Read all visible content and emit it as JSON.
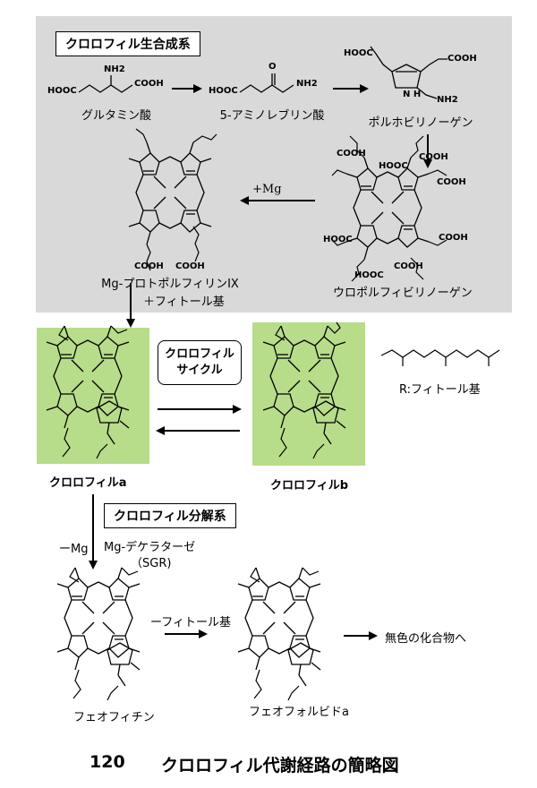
{
  "synthesis": {
    "title": "クロロフィル生合成系",
    "glutamate": {
      "name": "グルタミン酸",
      "nh2": "NH2",
      "hooc": "HOOC",
      "cooh": "COOH"
    },
    "ala": {
      "name": "5-アミノレブリン酸",
      "o": "O",
      "hooc": "HOOC",
      "nh2": "NH2"
    },
    "pbg": {
      "name": "ポルホビリノーゲン",
      "hooc": "HOOC",
      "cooh": "COOH",
      "nh": "N\nH",
      "nh2": "NH2"
    },
    "uro": {
      "name": "ウロポルフィビリノーゲン",
      "groups": [
        "COOH",
        "HOOC",
        "COOH",
        "COOH",
        "HOOC",
        "COOH",
        "HOOC",
        "COOH"
      ]
    },
    "mg_step": "+Mg",
    "mgproto": {
      "name": "Mg-プロトポルフィリンIX",
      "groups": [
        "COOH",
        "COOH"
      ]
    },
    "phytol_step": "＋フィトール基"
  },
  "cycle": {
    "label_line1": "クロロフィル",
    "label_line2": "サイクル",
    "chl_a": "クロロフィルa",
    "chl_b": "クロロフィルb",
    "phytyl_label": "R:フィトール基"
  },
  "degradation": {
    "title": "クロロフィル分解系",
    "minus_mg": "ーMg",
    "enzyme": "Mg-デケラターゼ",
    "enzyme_abbr": "（SGR)",
    "pheophytin": "フェオフィチン",
    "minus_phytol": "ーフィトール基",
    "pheophorbide": "フェオフォルビドa",
    "product": "無色の化合物へ"
  },
  "footer": {
    "number": "120",
    "title": "クロロフィル代謝経路の簡略図"
  }
}
